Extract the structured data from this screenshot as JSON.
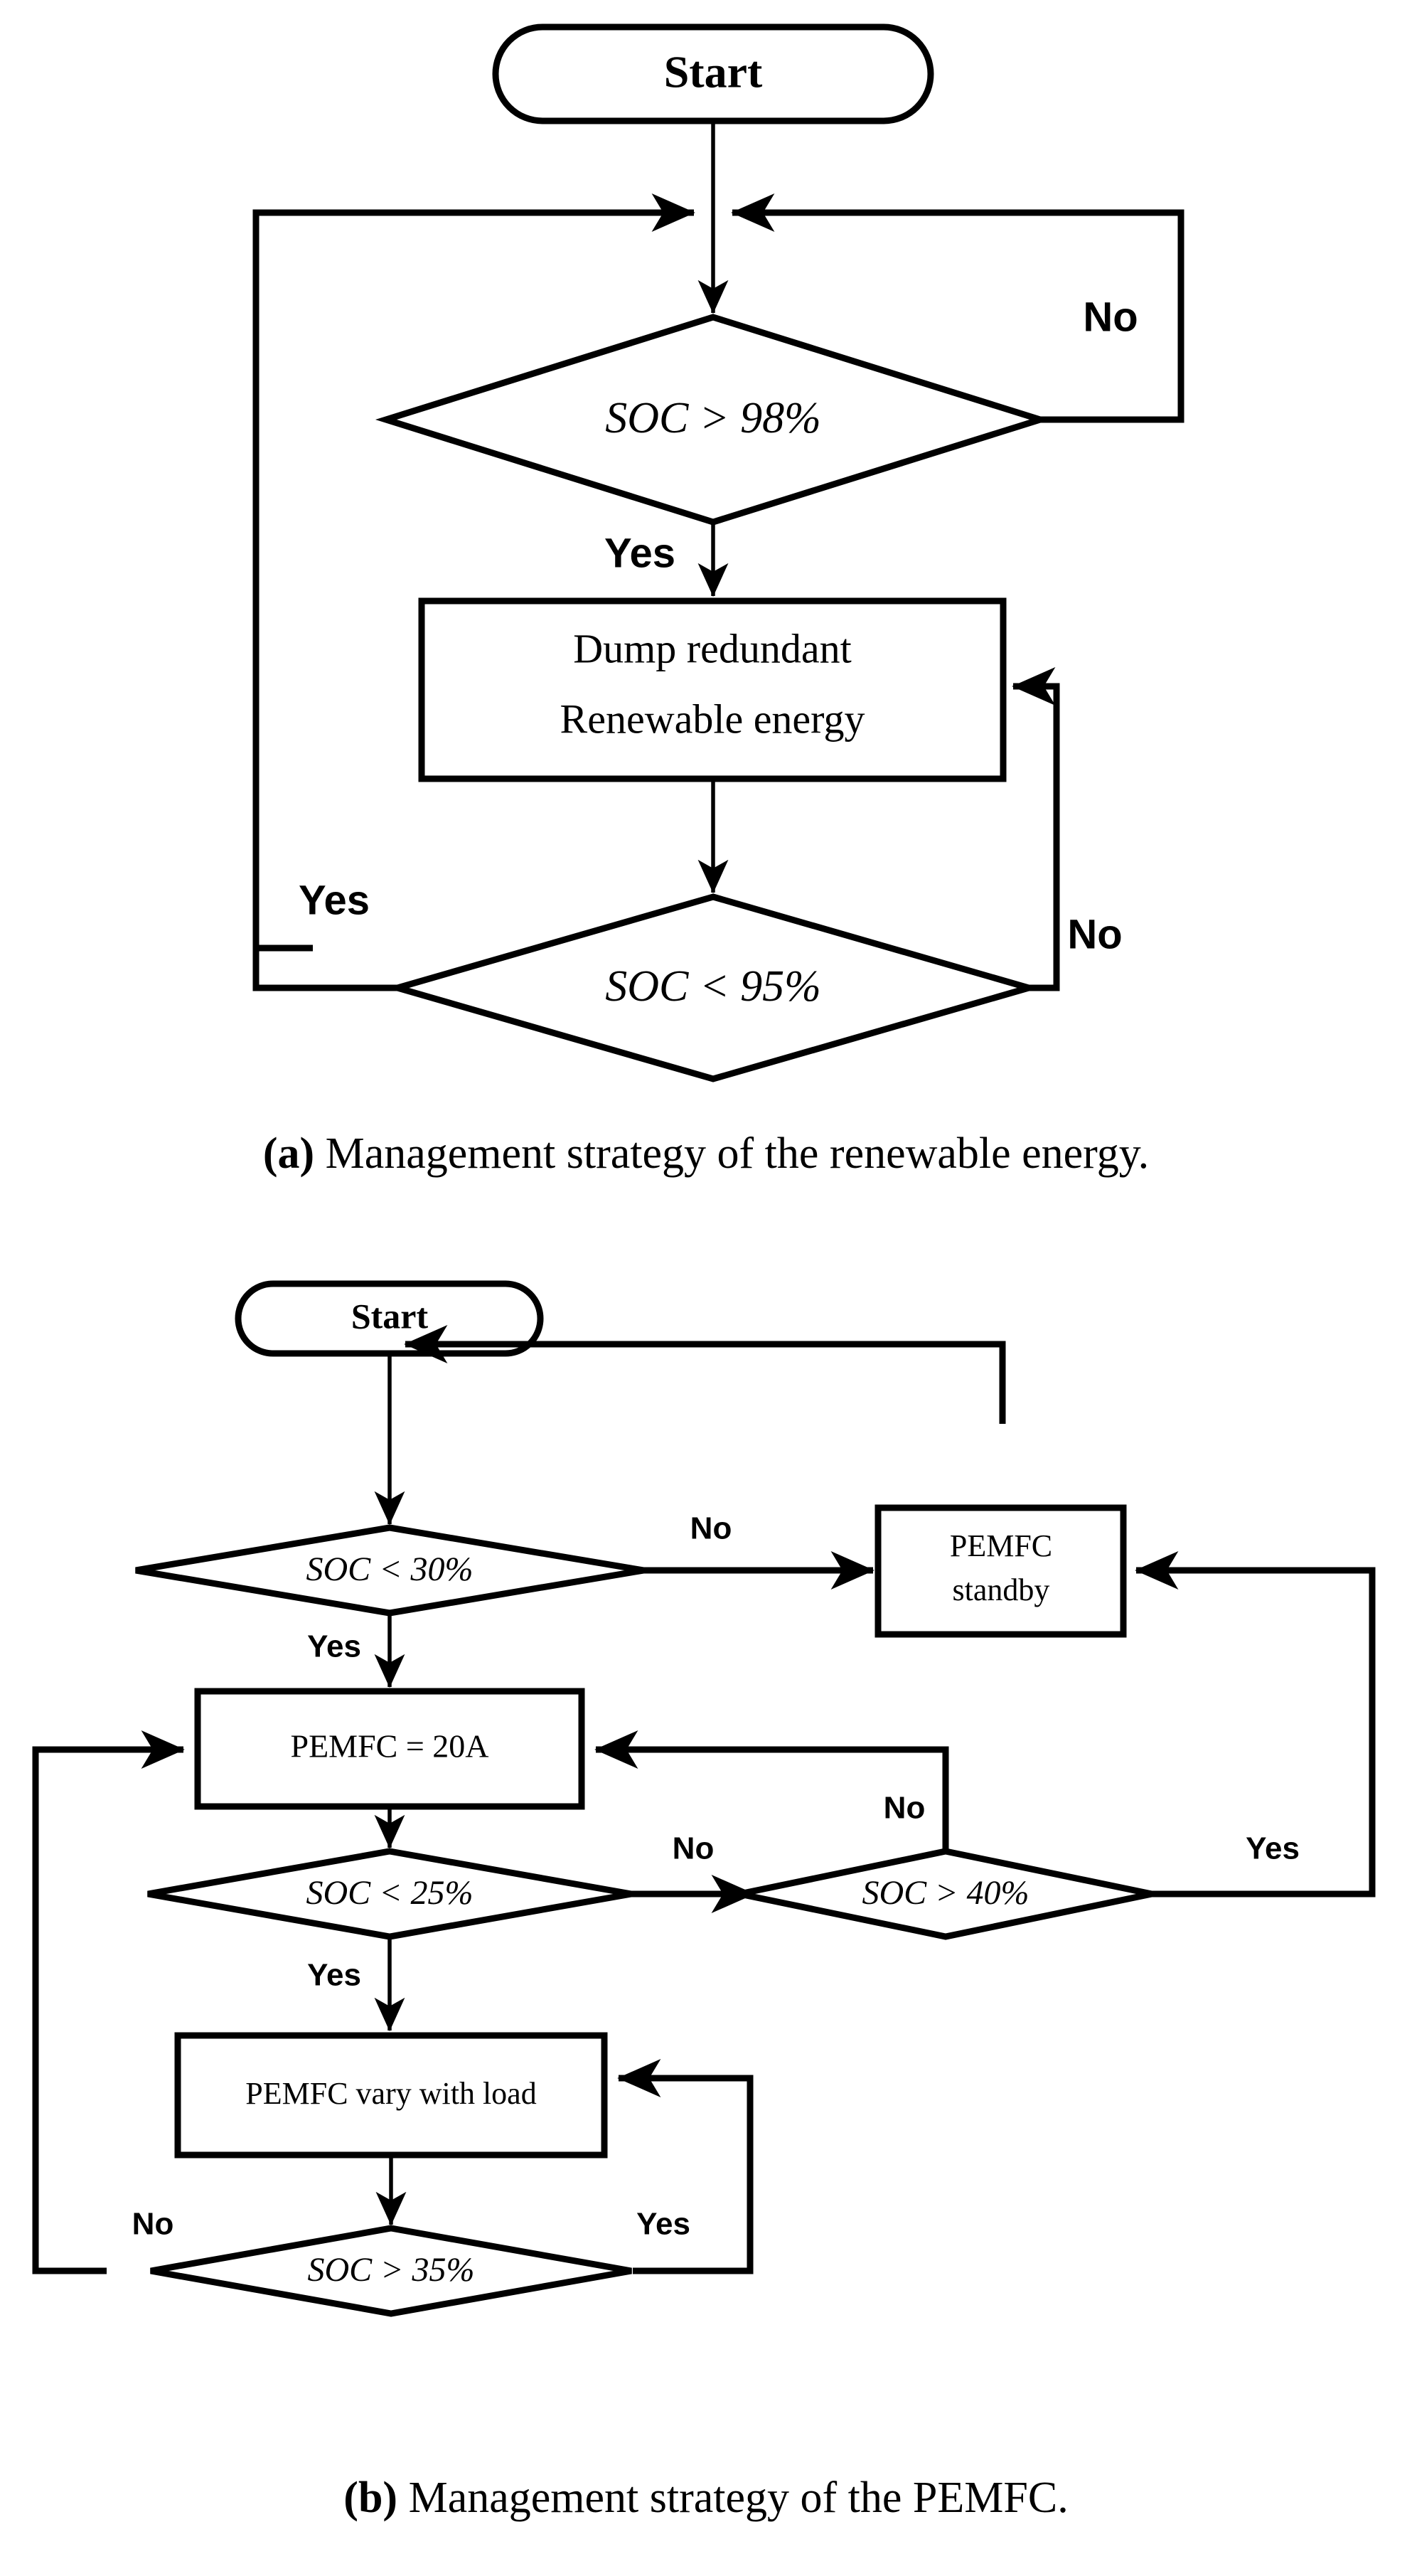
{
  "figures": [
    {
      "id": "a",
      "caption_label": "(a)",
      "caption_text": " Management strategy of the renewable energy.",
      "nodes": {
        "start": "Start",
        "decision1": "SOC > 98%",
        "process1_line1": "Dump redundant",
        "process1_line2": "Renewable energy",
        "decision2": "SOC < 95%"
      },
      "edge_labels": {
        "d1_no": "No",
        "d1_yes": "Yes",
        "d2_yes": "Yes",
        "d2_no": "No"
      }
    },
    {
      "id": "b",
      "caption_label": "(b)",
      "caption_text": " Management strategy of the PEMFC.",
      "nodes": {
        "start": "Start",
        "decision1": "SOC < 30%",
        "standby_line1": "PEMFC",
        "standby_line2": "standby",
        "process1": "PEMFC = 20A",
        "decision2": "SOC < 25%",
        "decision3": "SOC > 40%",
        "process2": "PEMFC vary with load",
        "decision4": "SOC > 35%"
      },
      "edge_labels": {
        "d1_no": "No",
        "d1_yes": "Yes",
        "d2_no": "No",
        "d2_yes": "Yes",
        "d3_no": "No",
        "d3_yes": "Yes",
        "d4_no": "No",
        "d4_yes": "Yes"
      }
    }
  ],
  "colors": {
    "stroke": "#000000",
    "fill": "#ffffff",
    "background": "#ffffff"
  }
}
